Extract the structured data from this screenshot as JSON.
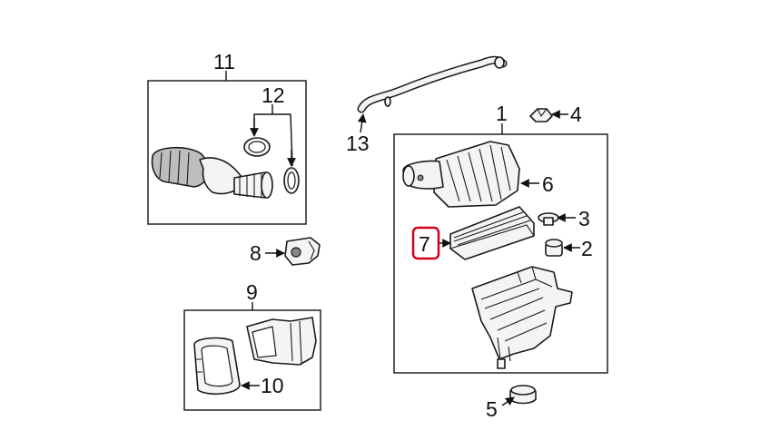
{
  "diagram": {
    "callouts": [
      {
        "id": "1",
        "label": "1"
      },
      {
        "id": "2",
        "label": "2"
      },
      {
        "id": "3",
        "label": "3"
      },
      {
        "id": "4",
        "label": "4"
      },
      {
        "id": "5",
        "label": "5"
      },
      {
        "id": "6",
        "label": "6"
      },
      {
        "id": "7",
        "label": "7",
        "highlighted": true
      },
      {
        "id": "8",
        "label": "8"
      },
      {
        "id": "9",
        "label": "9"
      },
      {
        "id": "10",
        "label": "10"
      },
      {
        "id": "11",
        "label": "11"
      },
      {
        "id": "12",
        "label": "12"
      },
      {
        "id": "13",
        "label": "13"
      }
    ],
    "highlight_color": "#d0021b"
  }
}
